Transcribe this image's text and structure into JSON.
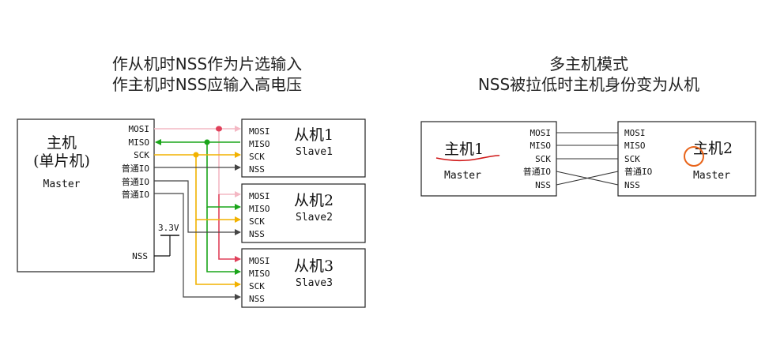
{
  "left_diagram": {
    "title_line1": "作从机时NSS作为片选输入",
    "title_line2": "作主机时NSS应输入高电压",
    "master": {
      "name_line1": "主机",
      "name_line2": "(单片机)",
      "name_line3": "Master",
      "pins": [
        "MOSI",
        "MISO",
        "SCK",
        "普通IO",
        "普通IO",
        "普通IO"
      ],
      "nss_pin": "NSS"
    },
    "voltage_label": "3.3V",
    "slaves": [
      {
        "name": "从机1",
        "sub": "Slave1",
        "pins": [
          "MOSI",
          "MISO",
          "SCK",
          "NSS"
        ]
      },
      {
        "name": "从机2",
        "sub": "Slave2",
        "pins": [
          "MOSI",
          "MISO",
          "SCK",
          "NSS"
        ]
      },
      {
        "name": "从机3",
        "sub": "Slave3",
        "pins": [
          "MOSI",
          "MISO",
          "SCK",
          "NSS"
        ]
      }
    ]
  },
  "right_diagram": {
    "title_line1": "多主机模式",
    "title_line2": "NSS被拉低时主机身份变为从机",
    "master1": {
      "name": "主机1",
      "sub": "Master",
      "pins": [
        "MOSI",
        "MISO",
        "SCK",
        "普通IO",
        "NSS"
      ]
    },
    "master2": {
      "name": "主机2",
      "sub": "Master",
      "pins": [
        "MOSI",
        "MISO",
        "SCK",
        "普通IO",
        "NSS"
      ]
    }
  },
  "colors": {
    "mosi_wire": "#f4b8c4",
    "mosi_active": "#e0405a",
    "miso_wire": "#1aa51a",
    "sck_wire": "#f2b200",
    "io_wire": "#444444",
    "annotation_red": "#d01818",
    "annotation_orange": "#e8641a"
  }
}
